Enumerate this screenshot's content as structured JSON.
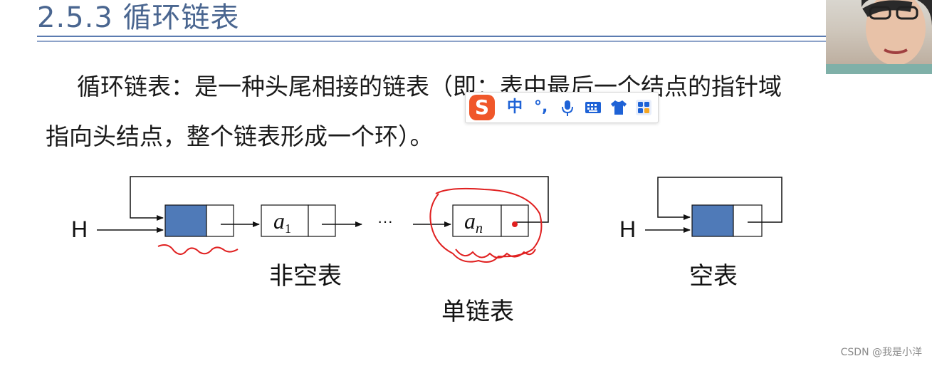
{
  "slide": {
    "title": "2.5.3 循环链表",
    "line1": "循环链表：是一种头尾相接的链表（即：表中最后一个结点的指针域",
    "line2": "指向头结点，整个链表形成一个环）。"
  },
  "diagram": {
    "head_label": "H",
    "node1_label": "a",
    "node1_sub": "1",
    "ellipsis": "···",
    "noden_label": "a",
    "noden_sub": "n",
    "caption_nonempty": "非空表",
    "caption_single": "单链表",
    "empty_head_label": "H",
    "caption_empty": "空表"
  },
  "ime_toolbar": {
    "logo": "S",
    "mode": "中",
    "punct": "°,"
  },
  "watermark": "CSDN @我是小洋",
  "colors": {
    "title": "#4a6690",
    "head_node_fill": "#4f7ab8",
    "annotation_red": "#e02020",
    "ime_blue": "#1e62d6",
    "ime_logo": "#f0572a"
  }
}
